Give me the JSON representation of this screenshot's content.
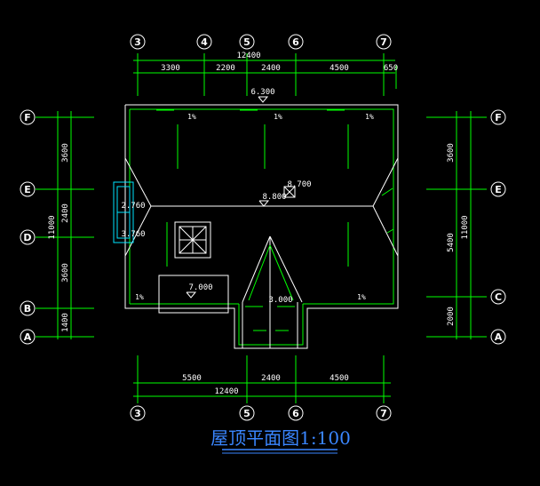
{
  "drawing": {
    "title": "屋顶平面图1:100",
    "top_axes": [
      "3",
      "4",
      "5",
      "6",
      "7"
    ],
    "bottom_axes": [
      "3",
      "5",
      "6",
      "7"
    ],
    "left_axes": [
      "F",
      "E",
      "D",
      "B",
      "A"
    ],
    "right_axes": [
      "F",
      "E",
      "C",
      "A"
    ],
    "top_dims": {
      "total": "12400",
      "d1": "3300",
      "d2": "2200",
      "d3": "2400",
      "d4": "4500",
      "d5": "650"
    },
    "bottom_dims": {
      "total": "12400",
      "d1": "5500",
      "d2": "2400",
      "d3": "4500"
    },
    "left_dims": {
      "total": "11000",
      "d1": "3600",
      "d2": "2400",
      "d3": "3600",
      "d4": "1400"
    },
    "right_dims": {
      "total": "11000",
      "d1": "3600",
      "d2": "5400",
      "d3": "2000"
    },
    "levels": {
      "ridge": "6.300",
      "chimney_top": "8.700",
      "chimney_base": "8.800",
      "left_top": "2.760",
      "left_bottom": "3.760",
      "box": "7.000",
      "porch": "3.000"
    },
    "slopes": {
      "s1": "1%",
      "s2": "1%",
      "s3": "1%",
      "s4": "1%",
      "s5": "1%"
    }
  },
  "colors": {
    "background": "#000000",
    "lines": "#00ff00",
    "outline": "#ffffff",
    "title": "#3a86ff"
  }
}
